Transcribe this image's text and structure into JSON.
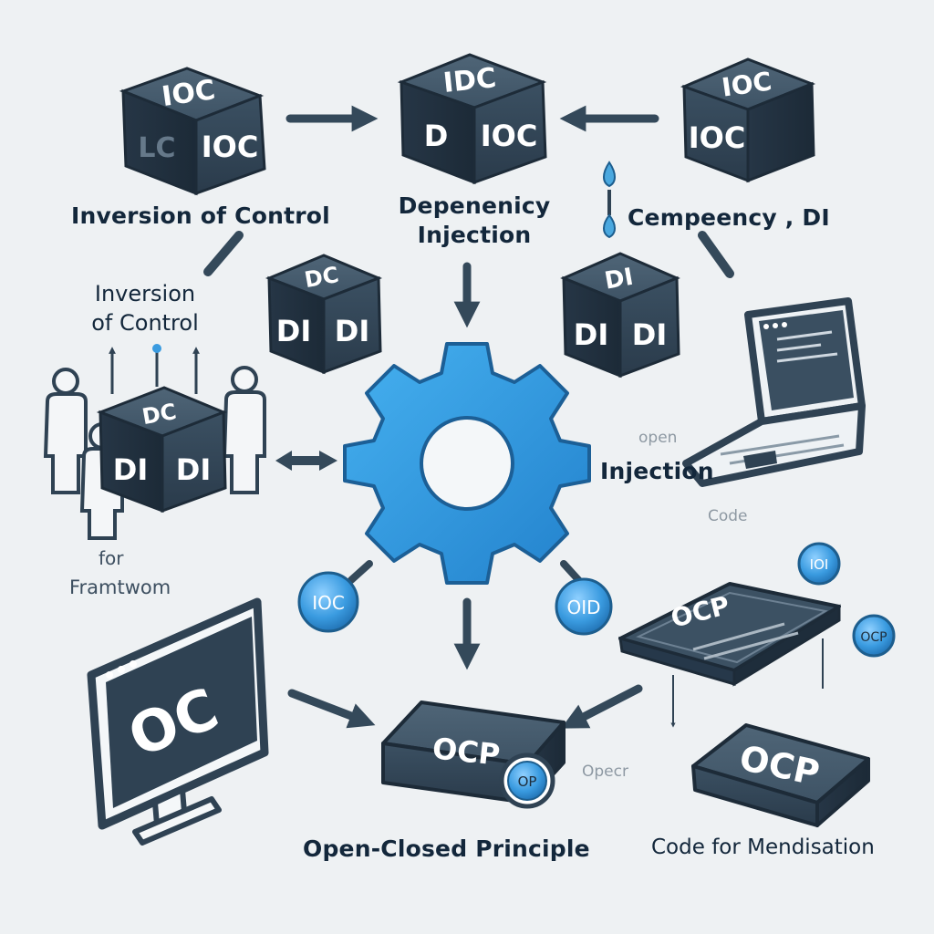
{
  "cubes": {
    "top_left": {
      "front": "IOC",
      "side": "LC",
      "top": "IOC"
    },
    "top_center": {
      "front": "IOC",
      "side": "D",
      "top": "IDC"
    },
    "top_right": {
      "front": "IOC",
      "side": "",
      "top": "IOC"
    },
    "mid_left": {
      "front": "DI",
      "side": "DI",
      "top": "DC"
    },
    "mid_right": {
      "front": "DI",
      "side": "DI",
      "top": "DI"
    },
    "left_person_box": {
      "front": "DI",
      "side": "DI",
      "top": "DC"
    }
  },
  "labels": {
    "ioc_title": "Inversion of Control",
    "di_title_line1": "Depenenicy",
    "di_title_line2": "Injection",
    "compency": "Cempeency , DI",
    "ioc_small_line1": "Inversion",
    "ioc_small_line2": "of Control",
    "injection": "Injection",
    "open_faint": "open",
    "code_faint": "Code",
    "for_text": "for",
    "framework_text": "Framtwom",
    "opecr_faint": "Opecr",
    "ocp_title": "Open-Closed Principle",
    "code_mod": "Code for Mendisation"
  },
  "badges": {
    "ioc_left": "IOC",
    "oid_right": "OID",
    "top_right_small": "IOI",
    "ocp_small_right": "OCP",
    "ocp_badge_center": "OP"
  },
  "blocks": {
    "monitor_text": "OC",
    "center_block": "OCP",
    "right_block": "OCP",
    "card_text": "OCP"
  },
  "colors": {
    "navy": "#2f4253",
    "navy_dark": "#1e2d3b",
    "accent_blue": "#2e9de2",
    "badge_blue": "#3e9de0",
    "background": "#eef1f3"
  }
}
